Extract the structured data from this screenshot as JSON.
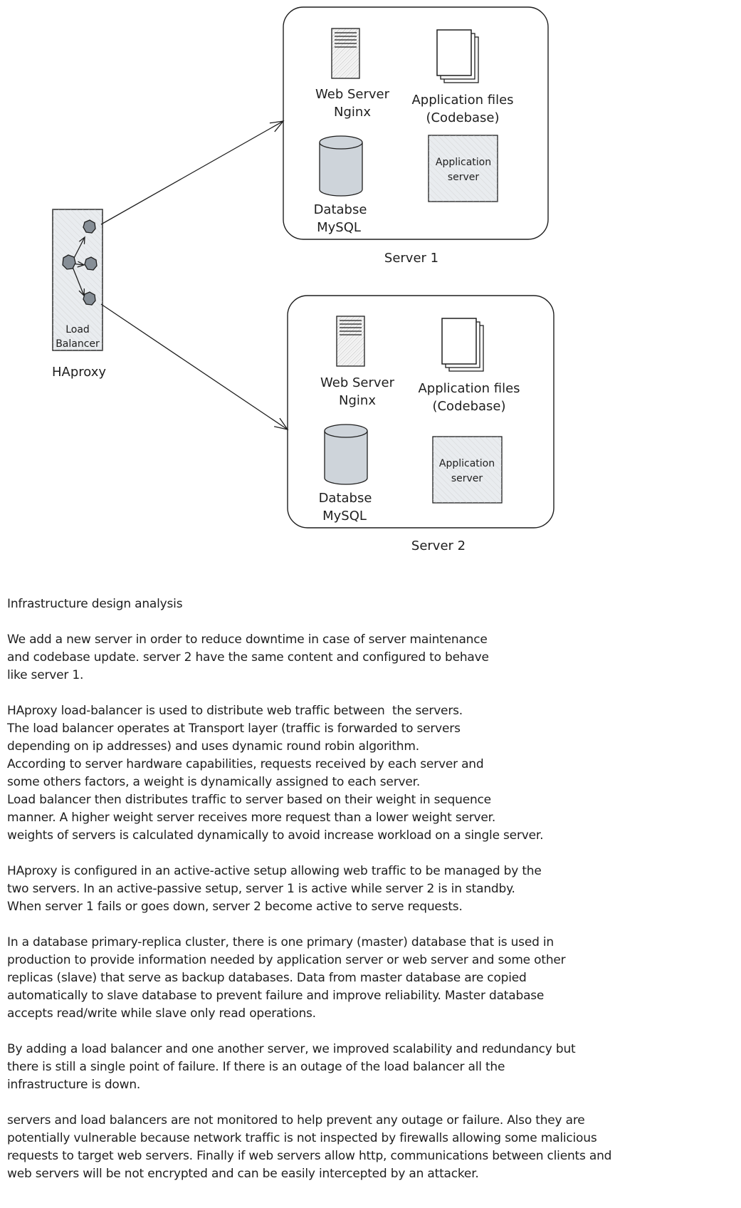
{
  "diagram": {
    "load_balancer": {
      "label_line1": "Load",
      "label_line2": "Balancer",
      "name": "HAproxy"
    },
    "servers": [
      {
        "caption": "Server 1",
        "web_server": [
          "Web Server",
          "Nginx"
        ],
        "app_files": [
          "Application files",
          "(Codebase)"
        ],
        "database": [
          "Databse",
          "MySQL"
        ],
        "app_server": [
          "Application",
          "server"
        ]
      },
      {
        "caption": "Server 2",
        "web_server": [
          "Web Server",
          "Nginx"
        ],
        "app_files": [
          "Application files",
          "(Codebase)"
        ],
        "database": [
          "Databse",
          "MySQL"
        ],
        "app_server": [
          "Application",
          "server"
        ]
      }
    ]
  },
  "analysis": {
    "title": "Infrastructure design analysis",
    "paragraphs": [
      [
        "We add a new server in order to reduce downtime in case of server maintenance",
        "and codebase update. server 2 have the same content and configured to behave",
        "like server 1."
      ],
      [
        "HAproxy load-balancer is used to distribute web traffic between  the servers.",
        "The load balancer operates at Transport layer (traffic is forwarded to servers",
        "depending on ip addresses) and uses dynamic round robin algorithm.",
        "According to server hardware capabilities, requests received by each server and",
        "some others factors, a weight is dynamically assigned to each server.",
        "Load balancer then distributes traffic to server based on their weight in sequence",
        "manner. A higher weight server receives more request than a lower weight server.",
        "weights of servers is calculated dynamically to avoid increase workload on a single server."
      ],
      [
        "HAproxy is configured in an active-active setup allowing web traffic to be managed by the",
        "two servers. In an active-passive setup, server 1 is active while server 2 is in standby.",
        "When server 1 fails or goes down, server 2 become active to serve requests."
      ],
      [
        "In a database primary-replica cluster, there is one primary (master) database that is used in",
        "production to provide information needed by application server or web server and some other",
        "replicas (slave) that serve as backup databases. Data from master database are copied",
        "automatically to slave database to prevent failure and improve reliability. Master database",
        "accepts read/write while slave only read operations."
      ],
      [
        "By adding a load balancer and one another server, we improved scalability and redundancy but",
        "there is still a single point of failure. If there is an outage of the load balancer all the",
        "infrastructure is down."
      ],
      [
        "servers and load balancers are not monitored to help prevent any outage or failure. Also they are",
        "potentially vulnerable because network traffic is not inspected by firewalls allowing some malicious",
        "requests to target web servers. Finally if web servers allow http, communications between clients and",
        "web servers will be not encrypted and can be easily intercepted by an attacker."
      ]
    ]
  }
}
